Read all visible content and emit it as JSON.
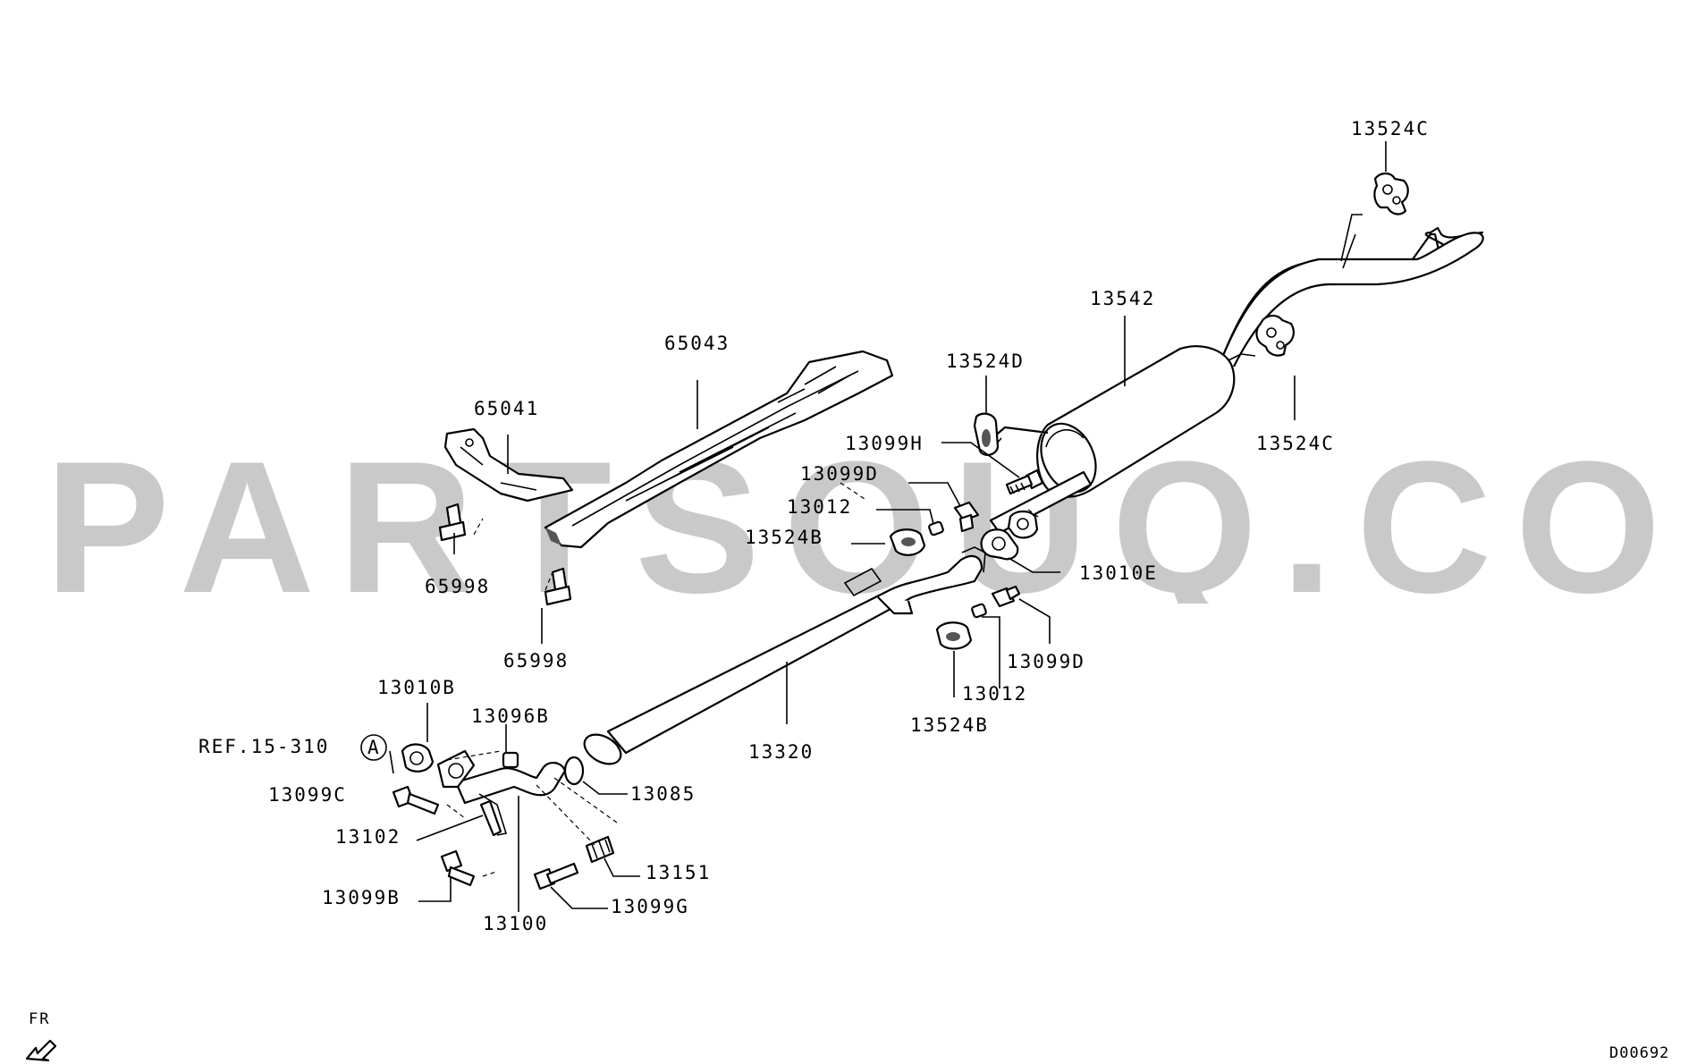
{
  "watermark": "PARTSOUQ.COM",
  "diagram_code": "D00692",
  "direction_label": "FR",
  "reference": {
    "text": "REF.15-310",
    "marker": "A"
  },
  "labels": {
    "l13524C_top": "13524C",
    "l13542": "13542",
    "l13524C_right": "13524C",
    "l13524D": "13524D",
    "l65043": "65043",
    "l65041": "65041",
    "l13099H": "13099H",
    "l13099D_top": "13099D",
    "l13012_top": "13012",
    "l13524B_top": "13524B",
    "l13010E": "13010E",
    "l65998_a": "65998",
    "l65998_b": "65998",
    "l13099D_bottom": "13099D",
    "l13012_bottom": "13012",
    "l13524B_bottom": "13524B",
    "l13010B": "13010B",
    "l13096B": "13096B",
    "l13320": "13320",
    "l13099C": "13099C",
    "l13085": "13085",
    "l13102": "13102",
    "l13151": "13151",
    "l13099B": "13099B",
    "l13099G": "13099G",
    "l13100": "13100"
  }
}
